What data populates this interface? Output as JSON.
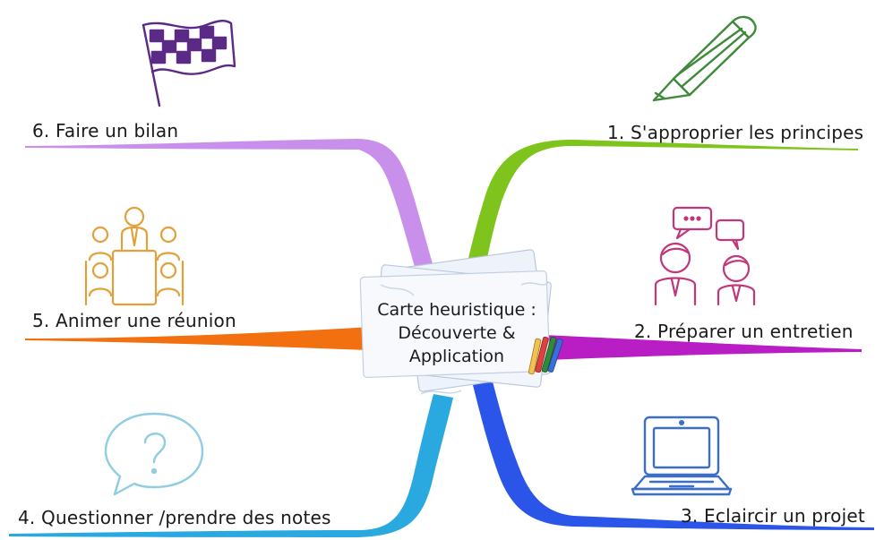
{
  "center": {
    "line1": "Carte heuristique :",
    "line2": "Découverte &",
    "line3": "Application"
  },
  "branches": {
    "b1": {
      "label": "1. S'approprier les principes",
      "color": "#7ec41c",
      "icon": "pencil-icon"
    },
    "b2": {
      "label": "2. Préparer un entretien",
      "color": "#b81ec4",
      "icon": "conversation-icon"
    },
    "b3": {
      "label": "3. Eclaircir un projet",
      "color": "#2a55e8",
      "icon": "laptop-icon"
    },
    "b4": {
      "label": "4. Questionner /prendre des notes",
      "color": "#2aa8e0",
      "icon": "question-bubble-icon"
    },
    "b5": {
      "label": "5. Animer une réunion",
      "color": "#f2700f",
      "icon": "meeting-icon"
    },
    "b6": {
      "label": "6. Faire un bilan",
      "color": "#c890ea",
      "icon": "checkered-flag-icon"
    }
  }
}
